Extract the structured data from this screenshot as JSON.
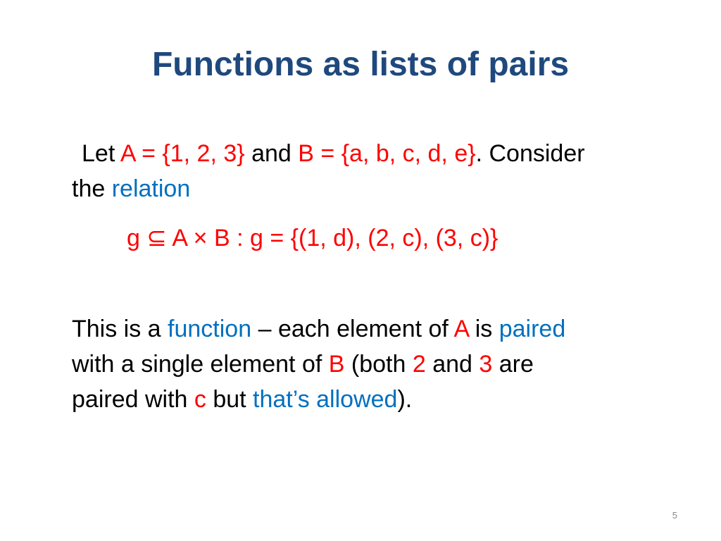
{
  "slide": {
    "title": "Functions as lists of pairs",
    "page_number": "5",
    "para1": {
      "line1": {
        "t1": "Let ",
        "t2": "A = {1, 2, 3}",
        "t3": " and ",
        "t4": "B = {a, b, c, d, e}",
        "t5": ". Consider"
      },
      "line2": {
        "t1": "the ",
        "t2": "relation"
      }
    },
    "formula": "g ⊆ A × B :  g = {(1, d), (2, c), (3, c)}",
    "para2": {
      "line1": {
        "t1": "This is a ",
        "t2": "function",
        "t3": " – each element of ",
        "t4": "A",
        "t5": " is ",
        "t6": "paired"
      },
      "line2": {
        "t1": "with a single element of ",
        "t2": "B",
        "t3": " (both ",
        "t4": "2",
        "t5": " and ",
        "t6": "3",
        "t7": " are"
      },
      "line3": {
        "t1": "paired with ",
        "t2": "c",
        "t3": " but ",
        "t4": "that’s allowed",
        "t5": ")."
      }
    }
  },
  "colors": {
    "title": "#1f497d",
    "emphasis_red": "#ff0000",
    "emphasis_blue": "#0070c0"
  }
}
